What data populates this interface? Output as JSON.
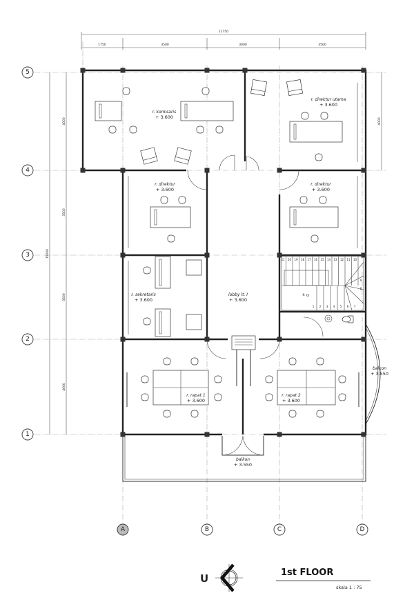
{
  "drawing": {
    "title": "1st FLOOR",
    "scale": "skala 1 : 75",
    "north_label": "U"
  },
  "grid": {
    "columns": [
      "A",
      "B",
      "C",
      "D"
    ],
    "rows": [
      "5",
      "4",
      "3",
      "2",
      "1"
    ]
  },
  "dimensions": {
    "top_total": "11750",
    "top_segments": [
      "1750",
      "3500",
      "3000",
      "3500"
    ],
    "left_total": "15000",
    "left_segments": [
      "4000",
      "3500",
      "3500",
      "4000"
    ],
    "right_segment": "4000"
  },
  "rooms": {
    "komisaris": {
      "name": "r. komisaris",
      "level": "+ 3.600"
    },
    "direktur_utama": {
      "name": "r. direktur utama",
      "level": "+ 3.600"
    },
    "direktur_1": {
      "name": "r. direktur",
      "level": "+ 3.600"
    },
    "direktur_2": {
      "name": "r. direktur",
      "level": "+ 3.600"
    },
    "sekretaris": {
      "name": "r. sekretaris",
      "level": "+ 3.600"
    },
    "lobby": {
      "name": "lobby lt. I",
      "level": "+ 3.600"
    },
    "rapat_1": {
      "name": "r. rapat 1",
      "level": "+ 3.600"
    },
    "rapat_2": {
      "name": "r. rapat 2",
      "level": "+ 3.600"
    },
    "balkon_side": {
      "name": "balkon",
      "level": "+ 3.550"
    },
    "balkon_front": {
      "name": "balkon",
      "level": "+ 3.550"
    }
  },
  "stairs": {
    "top_numbers": [
      "21",
      "20",
      "19",
      "18",
      "17",
      "16",
      "15",
      "14",
      "13",
      "12",
      "11",
      "10"
    ],
    "bottom_numbers": [
      "1",
      "2",
      "3",
      "4",
      "5",
      "6",
      "7"
    ],
    "side_numbers": [
      "9",
      "8"
    ],
    "start_label": "N"
  }
}
